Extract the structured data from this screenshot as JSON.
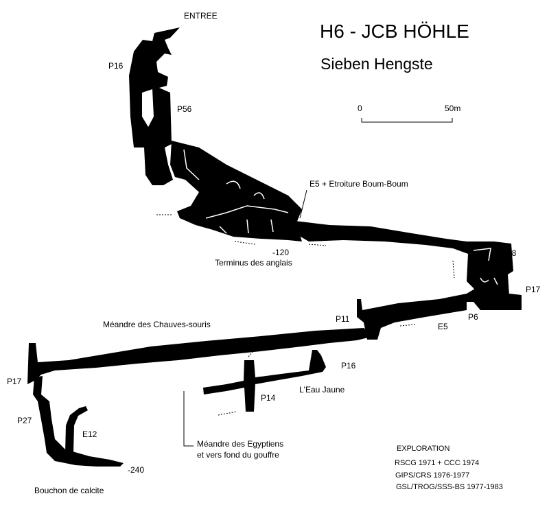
{
  "title": "H6  -  JCB HÖHLE",
  "subtitle": "Sieben Hengste",
  "scale": {
    "start": "0",
    "end": "50m"
  },
  "labels": {
    "entree": "ENTREE",
    "p16_top": "P16",
    "p56": "P56",
    "e5_boum": "E5 + Etroiture Boum-Boum",
    "depth_120": "-120",
    "terminus": "Terminus des anglais",
    "p18": "P18",
    "p17_right": "P17",
    "p6": "P6",
    "e5": "E5",
    "p11": "P11",
    "meandre_chauves": "Méandre des Chauves-souris",
    "p16_lower": "P16",
    "eau_jaune": "L'Eau Jaune",
    "p14": "P14",
    "p17_left": "P17",
    "p27": "P27",
    "e12": "E12",
    "depth_240": "-240",
    "bouchon": "Bouchon de calcite",
    "egyptiens_1": "Méandre des Egyptiens",
    "egyptiens_2": "et vers fond du gouffre"
  },
  "exploration": {
    "heading": "EXPLORATION",
    "lines": [
      "RSCG 1971 + CCC 1974",
      "GIPS/CRS 1976-1977",
      "GSL/TROG/SSS-BS 1977-1983"
    ]
  },
  "colors": {
    "cave": "#000000",
    "background": "#ffffff"
  }
}
